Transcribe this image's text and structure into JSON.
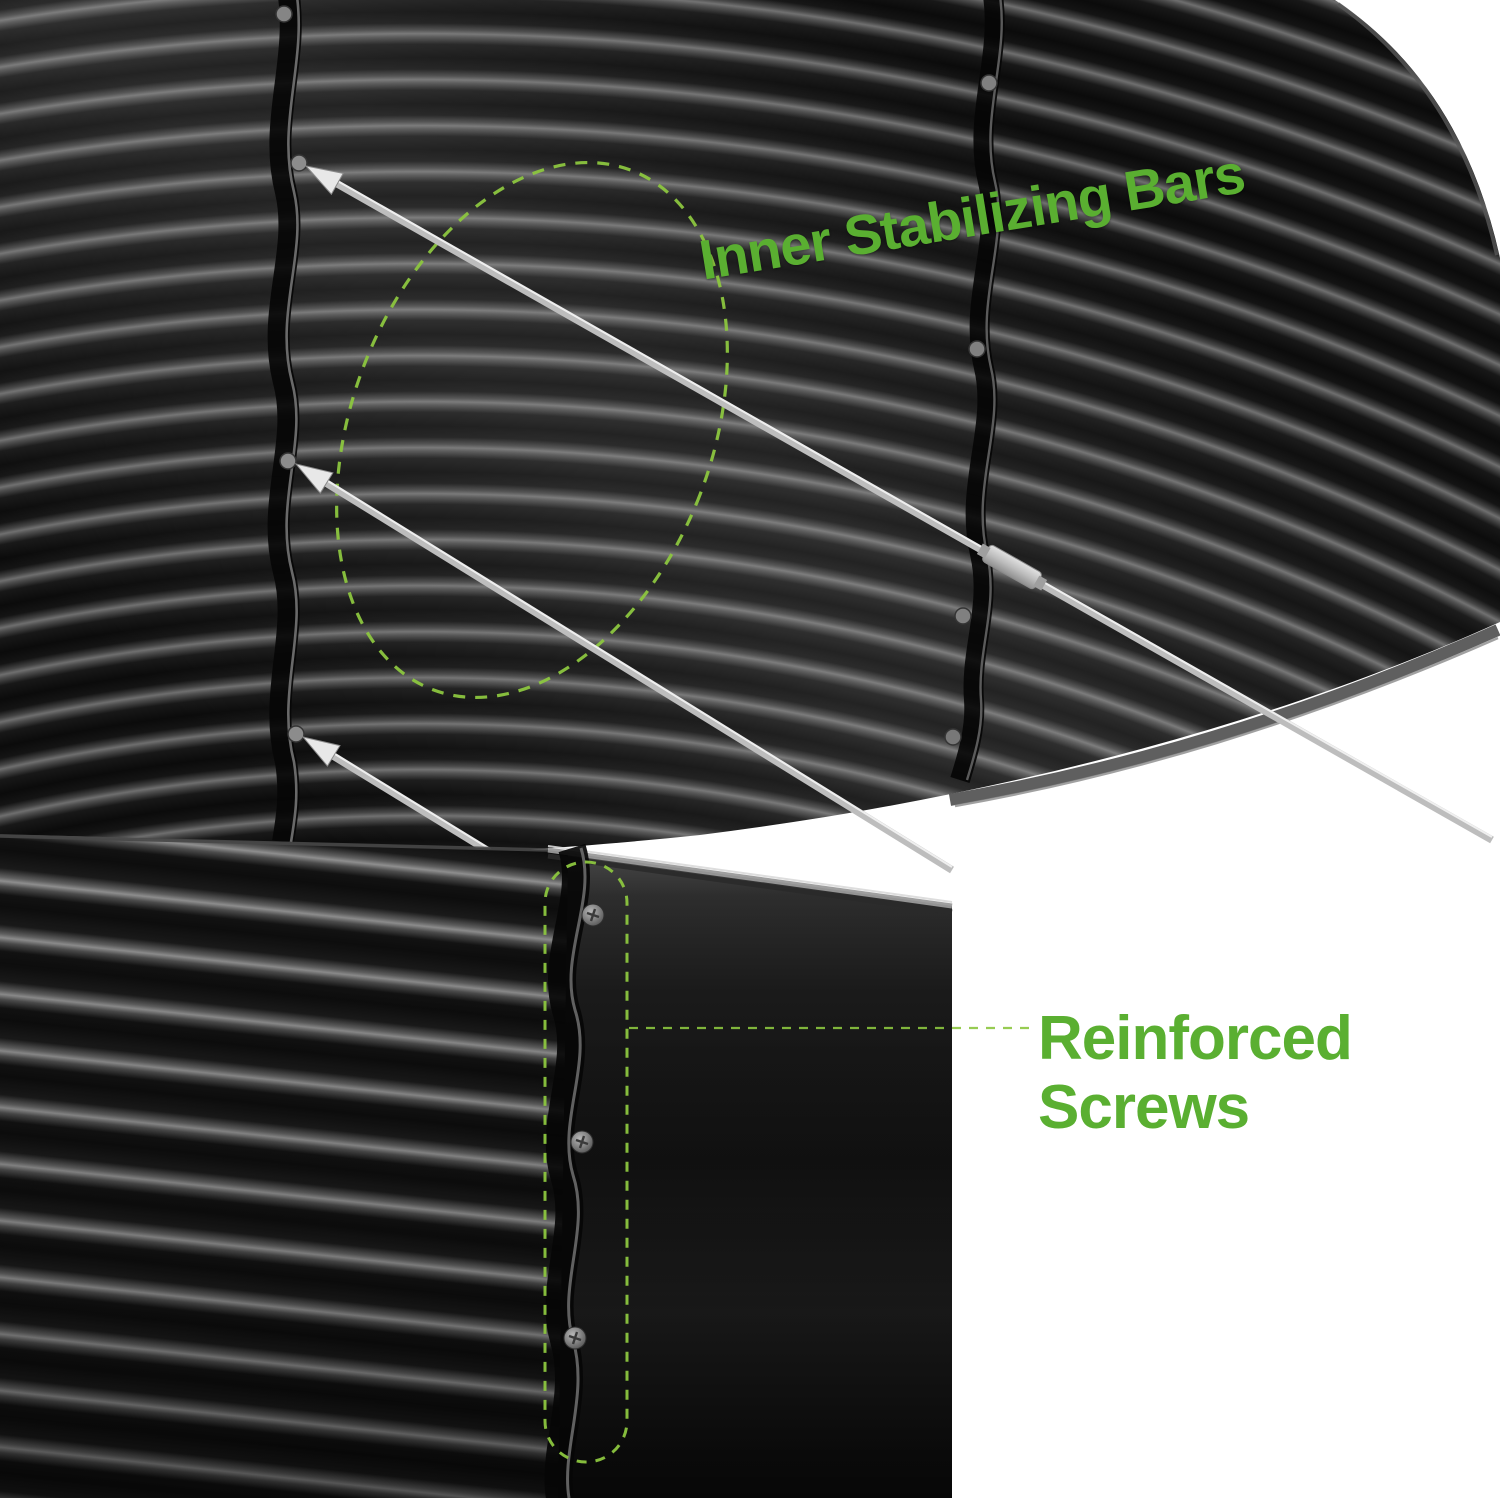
{
  "colors": {
    "accent_green": "#5aaf31",
    "dash_green": "#8cc63f",
    "rod_silver": "#bdbdbd",
    "panel_black": "#111111",
    "background_white": "#ffffff"
  },
  "callouts": {
    "stabilizing_bars": {
      "label": "Inner Stabilizing Bars"
    },
    "reinforced_screws": {
      "line1": "Reinforced",
      "line2": "Screws"
    }
  }
}
